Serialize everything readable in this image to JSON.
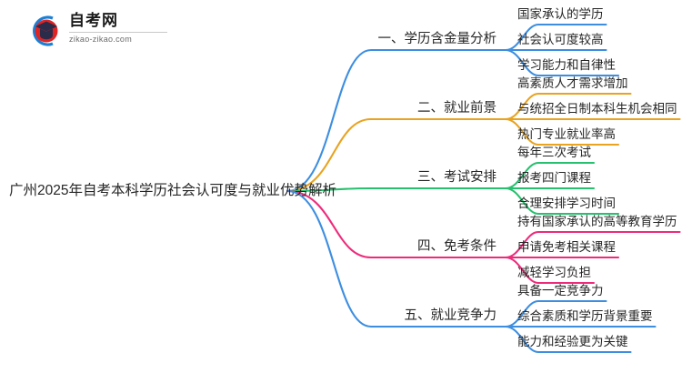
{
  "logo": {
    "name_cn": "自考网",
    "name_en": "zikao-zikao.com",
    "mark_icon": "graduation-cap-logo-icon",
    "arc_color": "#1b7fd4",
    "shape_color": "#e02424",
    "cap_color": "#2b2b4a"
  },
  "mindmap": {
    "root": "广州2025年自考本科学历社会认可度与就业优势解析",
    "branches": [
      {
        "label": "一、学历含金量分析",
        "color": "#3d8ee0",
        "leaves": [
          "国家承认的学历",
          "社会认可度较高",
          "学习能力和自律性"
        ]
      },
      {
        "label": "二、就业前景",
        "color": "#e8a320",
        "leaves": [
          "高素质人才需求增加",
          "与统招全日制本科生机会相同",
          "热门专业就业率高"
        ]
      },
      {
        "label": "三、考试安排",
        "color": "#27c06e",
        "leaves": [
          "每年三次考试",
          "报考四门课程",
          "合理安排学习时间"
        ]
      },
      {
        "label": "四、免考条件",
        "color": "#ee2b7b",
        "leaves": [
          "持有国家承认的高等教育学历",
          "申请免考相关课程",
          "减轻学习负担"
        ]
      },
      {
        "label": "五、就业竞争力",
        "color": "#3d8ee0",
        "leaves": [
          "具备一定竞争力",
          "综合素质和学历背景重要",
          "能力和经验更为关键"
        ]
      }
    ]
  }
}
